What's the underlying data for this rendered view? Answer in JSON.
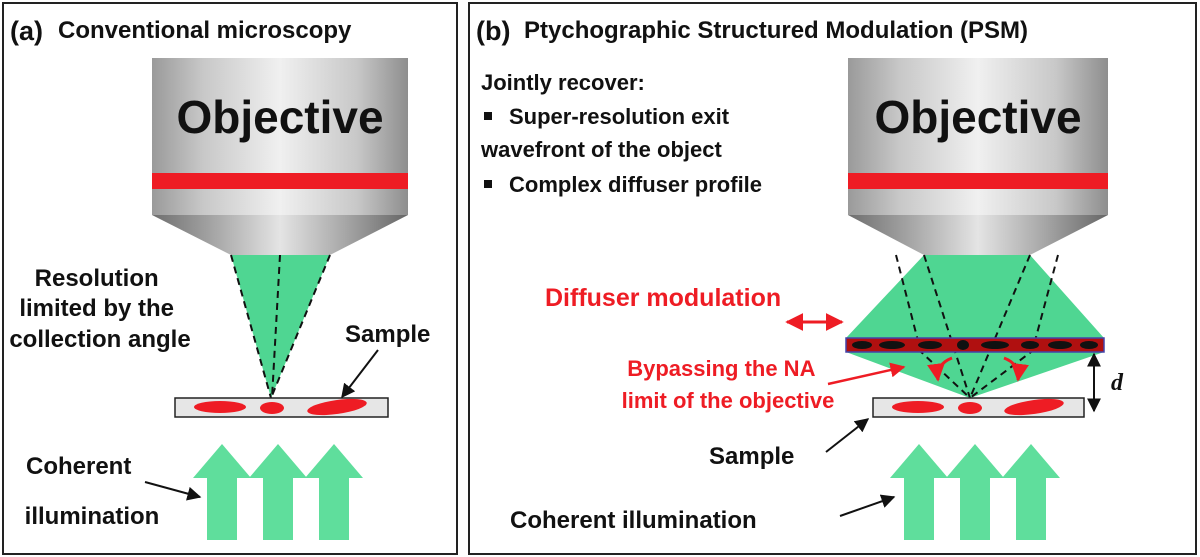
{
  "panel_a": {
    "label": "(a)",
    "title": "Conventional microscopy",
    "objective": "Objective",
    "resolution_lines": [
      "Resolution",
      "limited by the",
      "collection angle"
    ],
    "sample": "Sample",
    "illumination_lines": [
      "Coherent",
      "illumination"
    ]
  },
  "panel_b": {
    "label": "(b)",
    "title": "Ptychographic Structured Modulation (PSM)",
    "recover_heading": "Jointly recover:",
    "recover_items": [
      "Super-resolution exit",
      "wavefront of the object",
      "Complex diffuser profile"
    ],
    "objective": "Objective",
    "diffuser_label": "Diffuser modulation",
    "bypass_lines": [
      "Bypassing the NA",
      "limit of the objective"
    ],
    "distance_label": "d",
    "sample": "Sample",
    "illumination": "Coherent illumination"
  },
  "colors": {
    "red": "#ee1c24",
    "green": "#4fd692",
    "arrow_green": "#5fde9c",
    "text": "#111111"
  }
}
